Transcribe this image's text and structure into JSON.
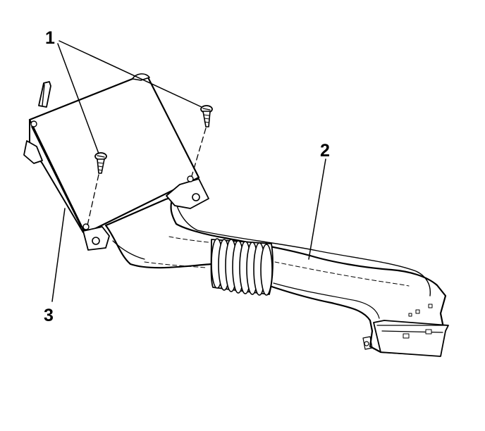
{
  "colors": {
    "ink": "#000000",
    "paper": "#ffffff"
  },
  "callouts": [
    {
      "id": "1",
      "label": "1"
    },
    {
      "id": "2",
      "label": "2"
    },
    {
      "id": "3",
      "label": "3"
    }
  ]
}
